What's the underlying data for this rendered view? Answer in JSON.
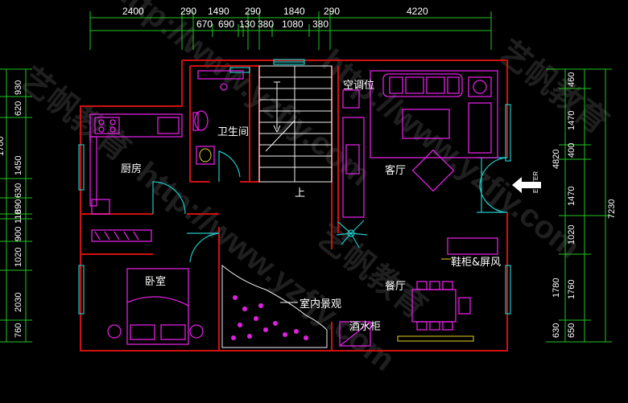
{
  "dimensions": {
    "top_row1": [
      "2400",
      "290",
      "1490",
      "290",
      "1840",
      "290",
      "4220"
    ],
    "top_row2": [
      "670",
      "690",
      "130",
      "380",
      "1080",
      "380"
    ],
    "right_col1": [
      "460",
      "1470",
      "400",
      "1470",
      "1020",
      "1760",
      "650"
    ],
    "right_col2": [
      "4820",
      "1780",
      "630"
    ],
    "right_total": "7230",
    "left_col1": [
      "930",
      "620",
      "1450",
      "630",
      "890",
      "110",
      "900",
      "1020",
      "2030",
      "760"
    ],
    "left_col2": [
      "1700"
    ]
  },
  "rooms": {
    "kitchen": "厨房",
    "bathroom": "卫生间",
    "ac_position": "空调位",
    "living_room": "客厅",
    "stairs_up": "上",
    "bedroom": "卧室",
    "indoor_landscape": "室内景观",
    "dining_room": "餐厅",
    "wine_cabinet": "酒水柜",
    "shoe_cabinet_screen": "鞋柜&屏风"
  },
  "entrance_label": "ENTER",
  "watermark": {
    "url": "http://www.yzfjy.com",
    "brand": "艺帆教育"
  },
  "colors": {
    "wall": "#d01010",
    "furniture": "#e020e0",
    "glass": "#21c6c6",
    "dimension": "#22c322",
    "background": "#000000"
  }
}
